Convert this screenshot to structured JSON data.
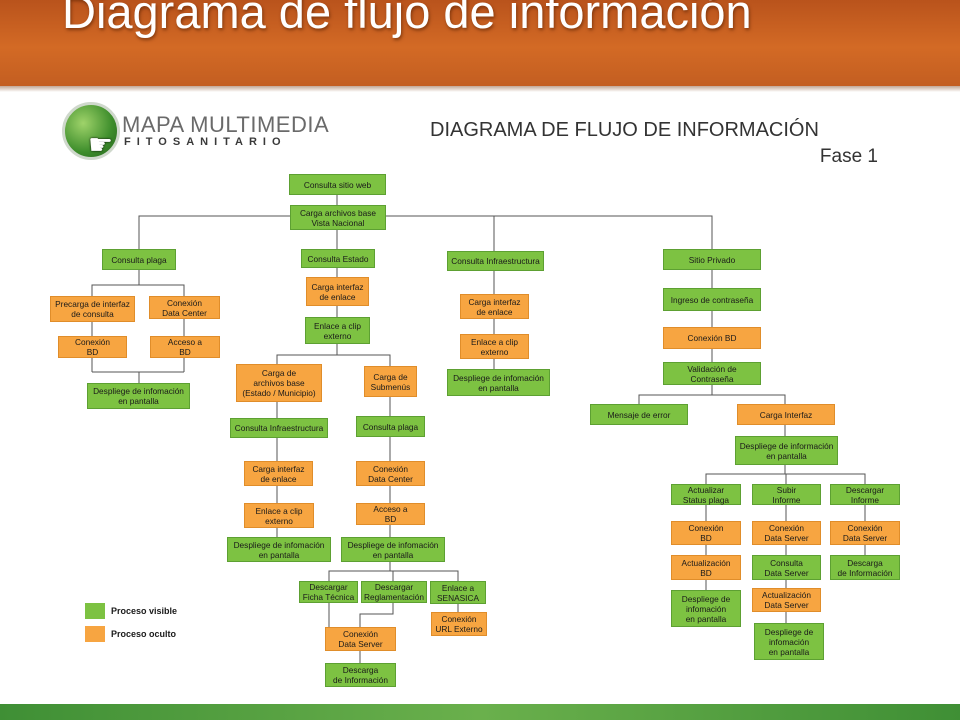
{
  "slide": {
    "title": "Diagrama de flujo de información"
  },
  "logo": {
    "line1": "MAPA MULTIMEDIA",
    "line2": "FITOSANITARIO"
  },
  "diagram": {
    "title": "DIAGRAMA DE FLUJO DE INFORMACIÓN",
    "phase": "Fase 1",
    "nodes": {
      "consulta_sitio": "Consulta sitio web",
      "carga_base": "Carga archivos base\nVista Nacional",
      "consulta_plaga": "Consulta plaga",
      "consulta_estado": "Consulta Estado",
      "consulta_infra": "Consulta Infraestructura",
      "sitio_privado": "Sitio Privado",
      "precarga": "Precarga de interfaz\nde consulta",
      "conexion_dc": "Conexión\nData Center",
      "conexion_bd_1": "Conexión\nBD",
      "acceso_bd_1": "Acceso a\nBD",
      "despliegue_1": "Despliege de infomación\nen pantalla",
      "carga_interfaz_estado": "Carga interfaz\nde enlace",
      "enlace_clip_estado": "Enlace a clip\nexterno",
      "carga_archivos_estado": "Carga de\narchivos base\n(Estado / Municipio)",
      "carga_submenus": "Carga de\nSubmenús",
      "consulta_infra_2": "Consulta Infraestructura",
      "consulta_plaga_2": "Consulta plaga",
      "carga_interfaz_2": "Carga interfaz\nde enlace",
      "conexion_dc_2": "Conexión\nData Center",
      "enlace_clip_2": "Enlace a clip\nexterno",
      "acceso_bd_2": "Acceso a\nBD",
      "despliegue_2": "Despliege de infomación\nen pantalla",
      "despliegue_3": "Despliege de infomación\nen pantalla",
      "descargar_ficha": "Descargar\nFicha Técnica",
      "descargar_regl": "Descargar\nReglamentación",
      "enlace_senasica": "Enlace a\nSENASICA",
      "conexion_url": "Conexión\nURL Externo",
      "conexion_ds_1": "Conexión\nData Server",
      "descarga_info_1": "Descarga\nde Información",
      "carga_interfaz_infra": "Carga interfaz\nde enlace",
      "enlace_clip_infra": "Enlace a clip\nexterno",
      "despliegue_infra": "Despliege de infomación\nen pantalla",
      "ingreso_pass": "Ingreso de contraseña",
      "conexion_bd_priv": "Conexión BD",
      "validacion": "Validación de Contraseña",
      "mensaje_error": "Mensaje de error",
      "carga_interfaz_priv": "Carga Interfaz",
      "despliegue_priv": "Despliege de información\nen pantalla",
      "actualizar_status": "Actualizar\nStatus plaga",
      "subir_informe": "Subir\nInforme",
      "descargar_informe": "Descargar\nInforme",
      "conexion_bd_3": "Conexión\nBD",
      "conexion_ds_2": "Conexión\nData Server",
      "conexion_ds_3": "Conexión\nData Server",
      "actualizacion_bd": "Actualización\nBD",
      "consulta_ds": "Consulta\nData Server",
      "descarga_info_2": "Descarga\nde Información",
      "despliegue_priv_2": "Despliege de\ninfomación\nen pantalla",
      "actualizacion_ds": "Actualización\nData Server",
      "despliegue_priv_3": "Despliege de\ninfomación\nen pantalla"
    },
    "legend": {
      "visible": "Proceso visible",
      "hidden": "Proceso oculto"
    },
    "colors": {
      "visible": "#7dc242",
      "hidden": "#f7a541",
      "banner": "#c85f22",
      "footer": "#4f9e3c"
    }
  }
}
